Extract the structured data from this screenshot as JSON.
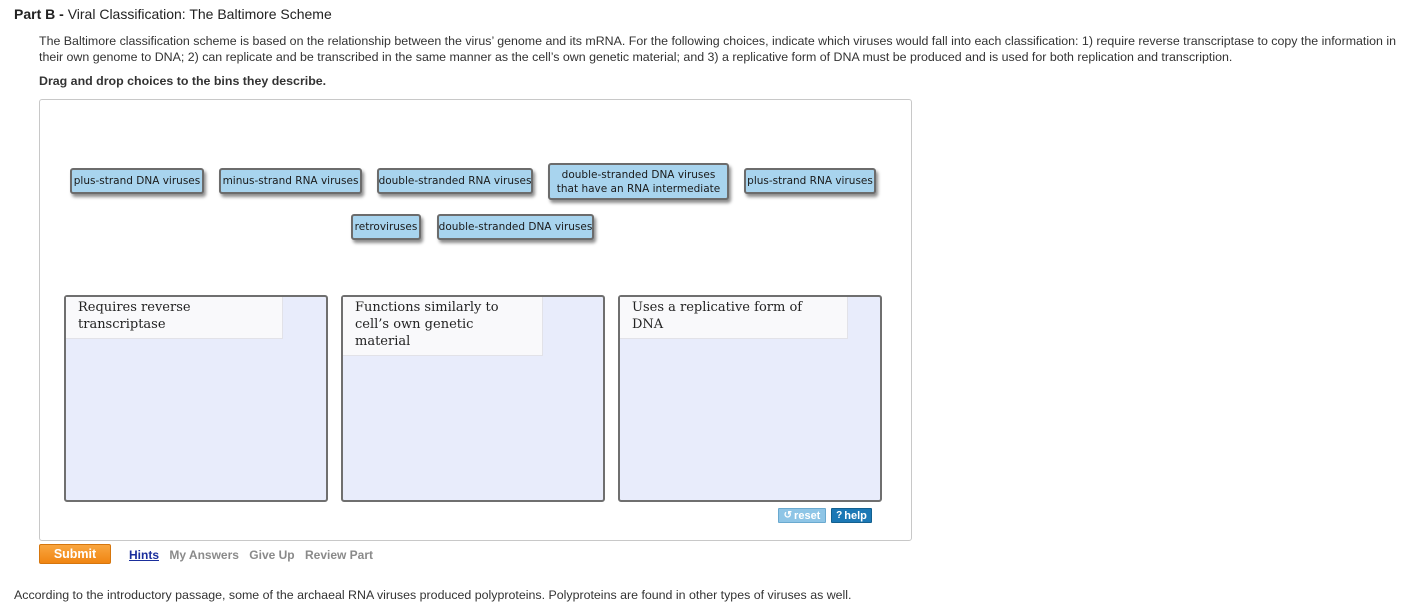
{
  "part": {
    "label": "Part B -",
    "title": "Viral Classification: The Baltimore Scheme"
  },
  "instructions": "The Baltimore classification scheme is based on the relationship between the virus’ genome and its mRNA. For the following choices, indicate which viruses would fall into each classification: 1) require reverse transcriptase to copy the information in their own genome to DNA; 2) can replicate and be transcribed in the same manner as the cell’s own genetic material; and 3) a replicative form of DNA must be produced and is used for both replication and transcription.",
  "drag_label": "Drag and drop choices to the bins they describe.",
  "chips": [
    "plus-strand DNA viruses",
    "minus-strand RNA viruses",
    "double-stranded RNA viruses",
    "double-stranded DNA viruses that have an RNA intermediate",
    "plus-strand RNA viruses",
    "retroviruses",
    "double-stranded DNA viruses"
  ],
  "bins": [
    {
      "label": "Requires reverse transcriptase"
    },
    {
      "label": "Functions similarly to cell’s own genetic material"
    },
    {
      "label": "Uses a replicative form of DNA"
    }
  ],
  "controls": {
    "reset_label": "reset",
    "help_label": "help"
  },
  "actions": {
    "submit": "Submit",
    "hints": "Hints",
    "my_answers": "My Answers",
    "give_up": "Give Up",
    "review_part": "Review Part"
  },
  "footer": "According to the introductory passage, some of the archaeal RNA viruses produced polyproteins. Polyproteins are found in other types of viruses as well.",
  "colors": {
    "chip_fill": "#a8d4ee",
    "bin_fill": "#e8ecfb",
    "submit": "#f7931e",
    "help": "#1b78b5",
    "reset": "#8ec5e6",
    "hints_link": "#1a2e9c"
  }
}
